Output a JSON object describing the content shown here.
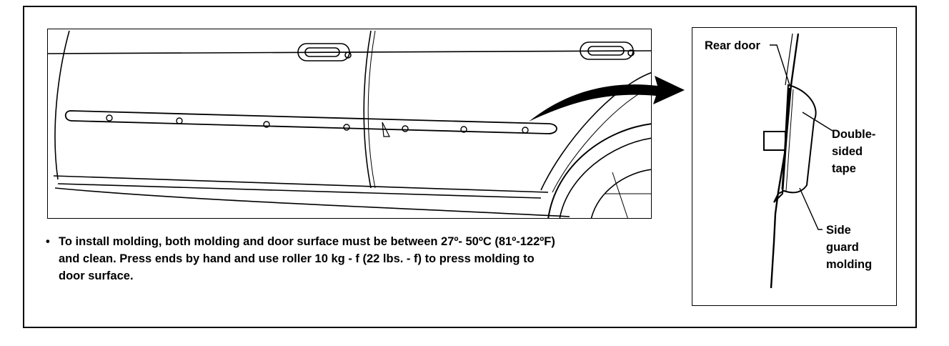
{
  "instruction": {
    "bullet": "•",
    "lines": [
      "To install molding, both molding and door surface must be between 27º- 50ºC (81º-122ºF)",
      "and clean.  Press ends by hand and use roller 10 kg - f (22 lbs. - f) to press molding to",
      "door surface."
    ]
  },
  "detail": {
    "labels": {
      "rear_door": "Rear door",
      "tape": [
        "Double-",
        "sided",
        "tape"
      ],
      "molding": [
        "Side",
        "guard",
        "molding"
      ]
    }
  }
}
